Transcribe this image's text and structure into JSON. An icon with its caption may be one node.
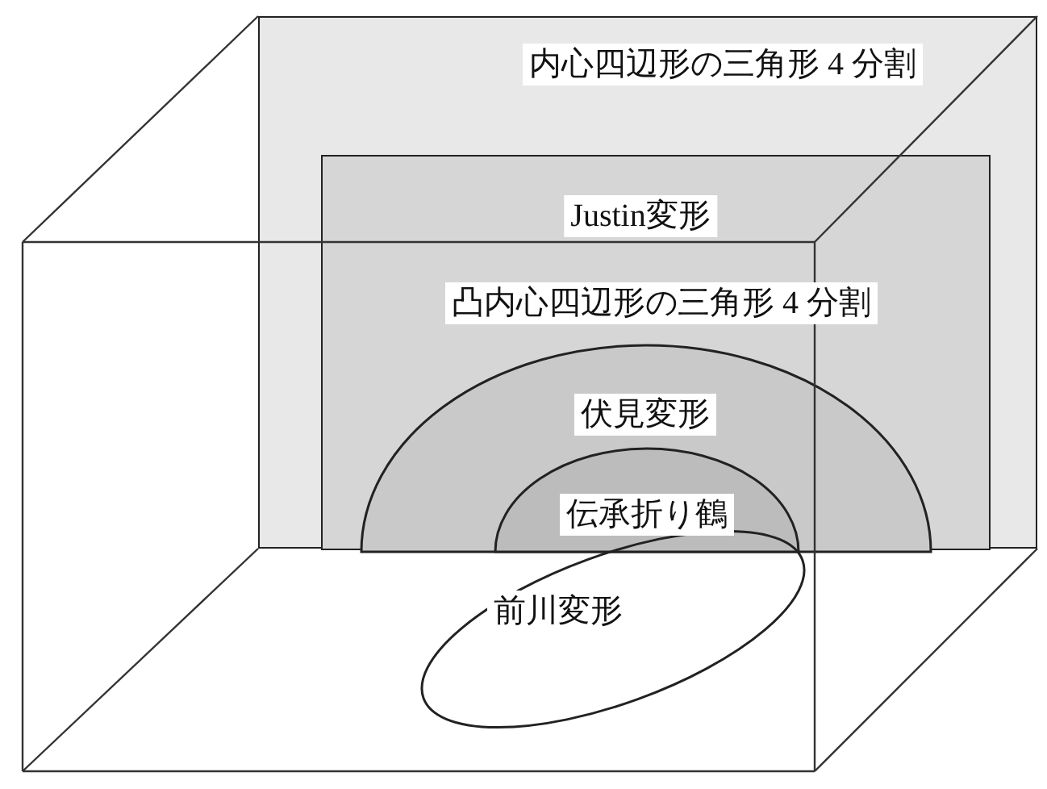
{
  "diagram": {
    "nodes": [
      {
        "text": [
          "内心四辺形の三角形 4 分割"
        ]
      },
      {
        "text": [
          "Justin変形",
          "凸内心四辺形の三角形 4 分割"
        ],
        "in": 0
      },
      {
        "text": [
          "伏見変形"
        ],
        "in": 1
      },
      {
        "text": [
          "伝承折り鶴"
        ],
        "in": 2
      },
      {
        "text": [
          "前川変形"
        ]
      }
    ]
  }
}
